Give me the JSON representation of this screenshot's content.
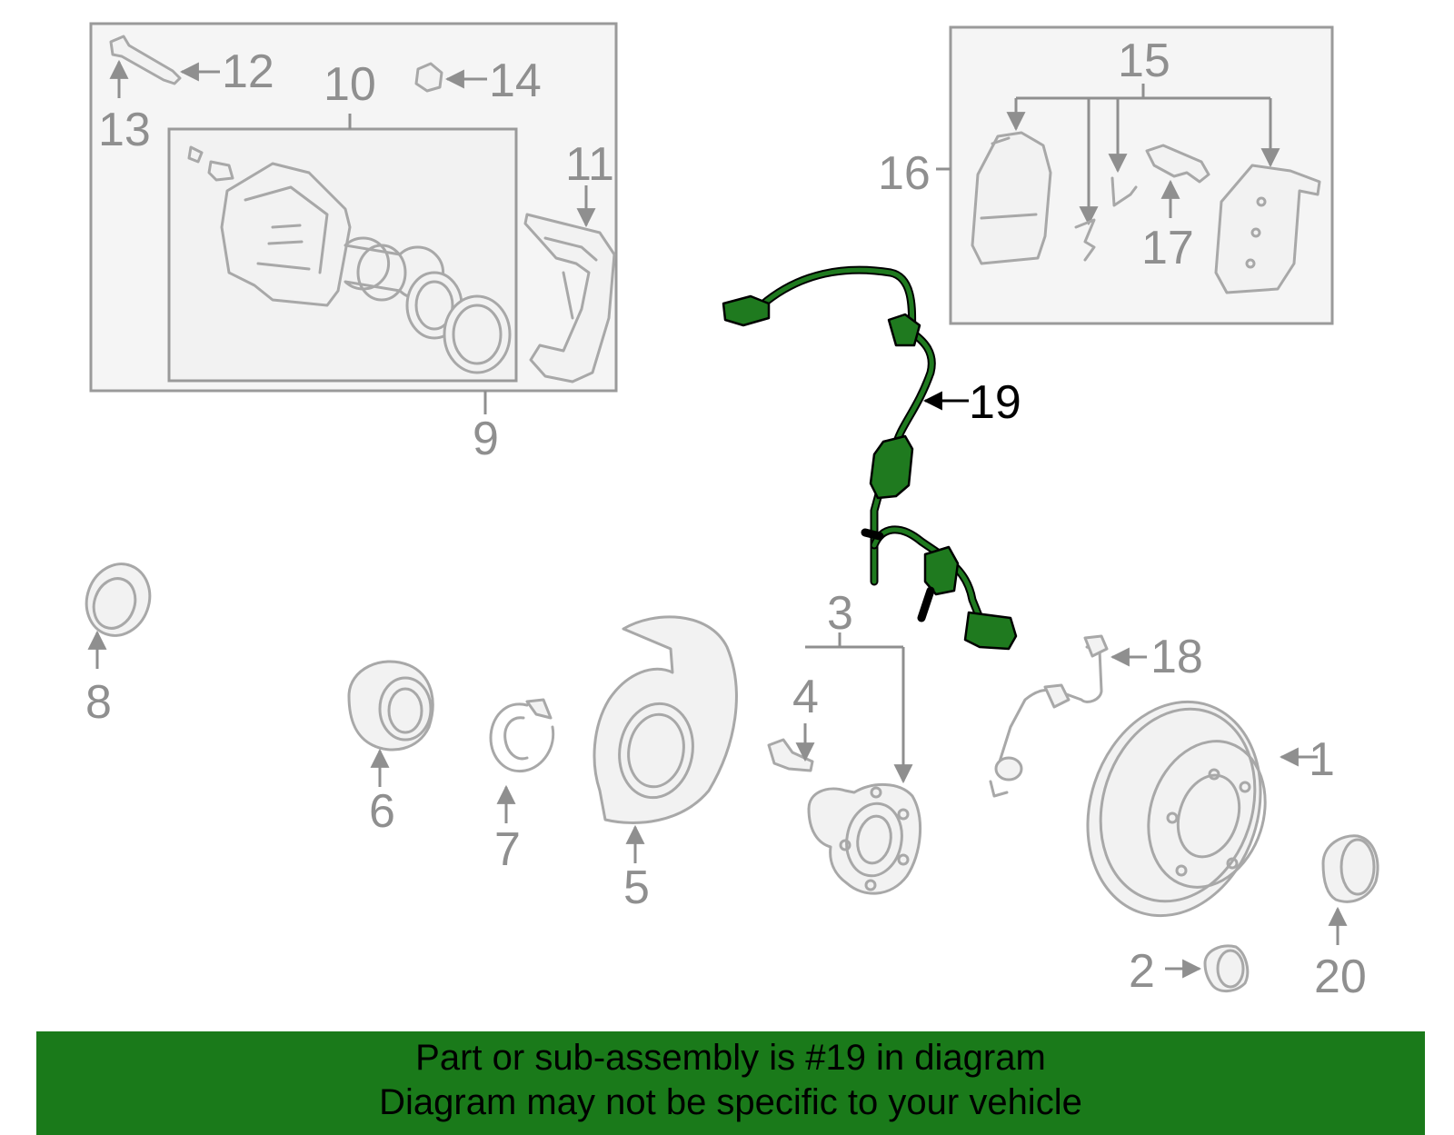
{
  "callouts": {
    "n1": "1",
    "n2": "2",
    "n3": "3",
    "n4": "4",
    "n5": "5",
    "n6": "6",
    "n7": "7",
    "n8": "8",
    "n9": "9",
    "n10": "10",
    "n11": "11",
    "n12": "12",
    "n13": "13",
    "n14": "14",
    "n15": "15",
    "n16": "16",
    "n17": "17",
    "n18": "18",
    "n19": "19",
    "n20": "20"
  },
  "highlight": {
    "part_number": "19",
    "color": "#1f7a1f"
  },
  "banner": {
    "line1": "Part or sub-assembly is #19 in diagram",
    "line2": "Diagram may not be specific to your vehicle",
    "background": "#1a7a1a"
  }
}
